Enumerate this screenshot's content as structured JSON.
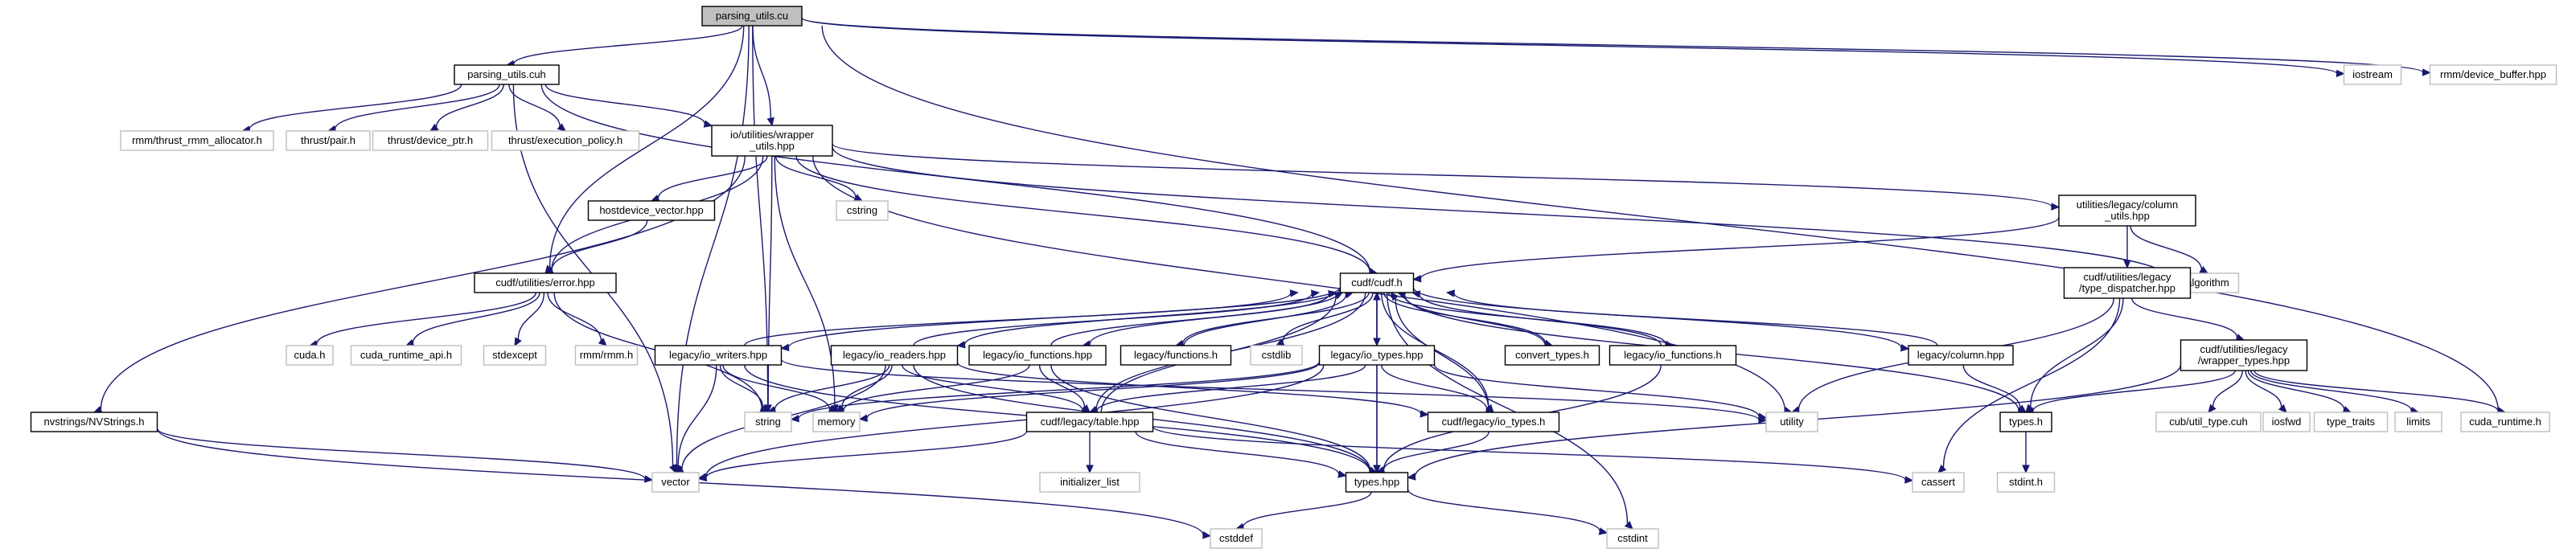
{
  "nodes": [
    {
      "id": "parsing_utils_cu",
      "lines": [
        "parsing_utils.cu"
      ],
      "kind": "root"
    },
    {
      "id": "parsing_utils_cuh",
      "lines": [
        "parsing_utils.cuh"
      ],
      "kind": "file"
    },
    {
      "id": "iostream",
      "lines": [
        "iostream"
      ],
      "kind": "external"
    },
    {
      "id": "rmm_device_buffer",
      "lines": [
        "rmm/device_buffer.hpp"
      ],
      "kind": "external"
    },
    {
      "id": "rmm_thrust_alloc",
      "lines": [
        "rmm/thrust_rmm_allocator.h"
      ],
      "kind": "external"
    },
    {
      "id": "thrust_pair",
      "lines": [
        "thrust/pair.h"
      ],
      "kind": "external"
    },
    {
      "id": "thrust_device_ptr",
      "lines": [
        "thrust/device_ptr.h"
      ],
      "kind": "external"
    },
    {
      "id": "thrust_exec_policy",
      "lines": [
        "thrust/execution_policy.h"
      ],
      "kind": "external"
    },
    {
      "id": "io_wrapper_utils",
      "lines": [
        "io/utilities/wrapper",
        "_utils.hpp"
      ],
      "kind": "file"
    },
    {
      "id": "cstring",
      "lines": [
        "cstring"
      ],
      "kind": "external"
    },
    {
      "id": "hostdevice_vector",
      "lines": [
        "hostdevice_vector.hpp"
      ],
      "kind": "file"
    },
    {
      "id": "utilities_legacy_column_utils",
      "lines": [
        "utilities/legacy/column",
        "_utils.hpp"
      ],
      "kind": "file"
    },
    {
      "id": "algorithm",
      "lines": [
        "algorithm"
      ],
      "kind": "external"
    },
    {
      "id": "cudf_utilities_error",
      "lines": [
        "cudf/utilities/error.hpp"
      ],
      "kind": "file"
    },
    {
      "id": "cudf_h",
      "lines": [
        "cudf/cudf.h"
      ],
      "kind": "file"
    },
    {
      "id": "type_dispatcher",
      "lines": [
        "cudf/utilities/legacy",
        "/type_dispatcher.hpp"
      ],
      "kind": "file"
    },
    {
      "id": "wrapper_types",
      "lines": [
        "cudf/utilities/legacy",
        "/wrapper_types.hpp"
      ],
      "kind": "file"
    },
    {
      "id": "cuda_h",
      "lines": [
        "cuda.h"
      ],
      "kind": "external"
    },
    {
      "id": "cuda_runtime_api",
      "lines": [
        "cuda_runtime_api.h"
      ],
      "kind": "external"
    },
    {
      "id": "stdexcept",
      "lines": [
        "stdexcept"
      ],
      "kind": "external"
    },
    {
      "id": "rmm_h",
      "lines": [
        "rmm/rmm.h"
      ],
      "kind": "external"
    },
    {
      "id": "legacy_io_writers",
      "lines": [
        "legacy/io_writers.hpp"
      ],
      "kind": "file"
    },
    {
      "id": "legacy_io_readers",
      "lines": [
        "legacy/io_readers.hpp"
      ],
      "kind": "file"
    },
    {
      "id": "legacy_io_functions_hpp",
      "lines": [
        "legacy/io_functions.hpp"
      ],
      "kind": "file"
    },
    {
      "id": "legacy_functions_h",
      "lines": [
        "legacy/functions.h"
      ],
      "kind": "file"
    },
    {
      "id": "cstdlib",
      "lines": [
        "cstdlib"
      ],
      "kind": "external"
    },
    {
      "id": "legacy_io_types_hpp",
      "lines": [
        "legacy/io_types.hpp"
      ],
      "kind": "file"
    },
    {
      "id": "convert_types_h",
      "lines": [
        "convert_types.h"
      ],
      "kind": "file"
    },
    {
      "id": "legacy_io_functions_h",
      "lines": [
        "legacy/io_functions.h"
      ],
      "kind": "file"
    },
    {
      "id": "legacy_column",
      "lines": [
        "legacy/column.hpp"
      ],
      "kind": "file"
    },
    {
      "id": "types_h",
      "lines": [
        "types.h"
      ],
      "kind": "file"
    },
    {
      "id": "stdint_h",
      "lines": [
        "stdint.h"
      ],
      "kind": "external"
    },
    {
      "id": "cub_util_type",
      "lines": [
        "cub/util_type.cuh"
      ],
      "kind": "external"
    },
    {
      "id": "iosfwd",
      "lines": [
        "iosfwd"
      ],
      "kind": "external"
    },
    {
      "id": "type_traits",
      "lines": [
        "type_traits"
      ],
      "kind": "external"
    },
    {
      "id": "limits",
      "lines": [
        "limits"
      ],
      "kind": "external"
    },
    {
      "id": "cuda_runtime_h",
      "lines": [
        "cuda_runtime.h"
      ],
      "kind": "external"
    },
    {
      "id": "nvstrings",
      "lines": [
        "nvstrings/NVStrings.h"
      ],
      "kind": "file"
    },
    {
      "id": "string",
      "lines": [
        "string"
      ],
      "kind": "external"
    },
    {
      "id": "memory",
      "lines": [
        "memory"
      ],
      "kind": "external"
    },
    {
      "id": "cudf_legacy_table",
      "lines": [
        "cudf/legacy/table.hpp"
      ],
      "kind": "file"
    },
    {
      "id": "cudf_legacy_io_types_h",
      "lines": [
        "cudf/legacy/io_types.h"
      ],
      "kind": "file"
    },
    {
      "id": "utility",
      "lines": [
        "utility"
      ],
      "kind": "external"
    },
    {
      "id": "cassert",
      "lines": [
        "cassert"
      ],
      "kind": "external"
    },
    {
      "id": "initializer_list",
      "lines": [
        "initializer_list"
      ],
      "kind": "external"
    },
    {
      "id": "vector",
      "lines": [
        "vector"
      ],
      "kind": "external"
    },
    {
      "id": "types_hpp",
      "lines": [
        "types.hpp"
      ],
      "kind": "file"
    },
    {
      "id": "cstddef",
      "lines": [
        "cstddef"
      ],
      "kind": "external"
    },
    {
      "id": "cstdint",
      "lines": [
        "cstdint"
      ],
      "kind": "external"
    }
  ],
  "edges": [
    [
      "parsing_utils_cu",
      "parsing_utils_cuh"
    ],
    [
      "parsing_utils_cu",
      "iostream"
    ],
    [
      "parsing_utils_cu",
      "rmm_device_buffer"
    ],
    [
      "parsing_utils_cu",
      "io_wrapper_utils"
    ],
    [
      "parsing_utils_cu",
      "cudf_utilities_error"
    ],
    [
      "parsing_utils_cu",
      "cuda_runtime_h"
    ],
    [
      "parsing_utils_cu",
      "string"
    ],
    [
      "parsing_utils_cu",
      "vector"
    ],
    [
      "parsing_utils_cuh",
      "rmm_thrust_alloc"
    ],
    [
      "parsing_utils_cuh",
      "thrust_pair"
    ],
    [
      "parsing_utils_cuh",
      "thrust_device_ptr"
    ],
    [
      "parsing_utils_cuh",
      "thrust_exec_policy"
    ],
    [
      "parsing_utils_cuh",
      "io_wrapper_utils"
    ],
    [
      "parsing_utils_cuh",
      "cudf_h"
    ],
    [
      "parsing_utils_cuh",
      "vector"
    ],
    [
      "io_wrapper_utils",
      "cstring"
    ],
    [
      "io_wrapper_utils",
      "hostdevice_vector"
    ],
    [
      "io_wrapper_utils",
      "utilities_legacy_column_utils"
    ],
    [
      "io_wrapper_utils",
      "algorithm"
    ],
    [
      "io_wrapper_utils",
      "cudf_utilities_error"
    ],
    [
      "io_wrapper_utils",
      "cudf_h"
    ],
    [
      "io_wrapper_utils",
      "nvstrings"
    ],
    [
      "io_wrapper_utils",
      "string"
    ],
    [
      "io_wrapper_utils",
      "memory"
    ],
    [
      "io_wrapper_utils",
      "utility"
    ],
    [
      "hostdevice_vector",
      "cudf_utilities_error"
    ],
    [
      "utilities_legacy_column_utils",
      "cudf_h"
    ],
    [
      "utilities_legacy_column_utils",
      "type_dispatcher"
    ],
    [
      "utilities_legacy_column_utils",
      "algorithm"
    ],
    [
      "type_dispatcher",
      "wrapper_types"
    ],
    [
      "type_dispatcher",
      "types_h"
    ],
    [
      "type_dispatcher",
      "utility"
    ],
    [
      "type_dispatcher",
      "cassert"
    ],
    [
      "wrapper_types",
      "types_h"
    ],
    [
      "wrapper_types",
      "cub_util_type"
    ],
    [
      "wrapper_types",
      "iosfwd"
    ],
    [
      "wrapper_types",
      "type_traits"
    ],
    [
      "wrapper_types",
      "limits"
    ],
    [
      "wrapper_types",
      "cuda_runtime_h"
    ],
    [
      "wrapper_types",
      "types_hpp"
    ],
    [
      "cudf_utilities_error",
      "cuda_h"
    ],
    [
      "cudf_utilities_error",
      "cuda_runtime_api"
    ],
    [
      "cudf_utilities_error",
      "stdexcept"
    ],
    [
      "cudf_utilities_error",
      "rmm_h"
    ],
    [
      "cudf_utilities_error",
      "string"
    ],
    [
      "cudf_h",
      "legacy_io_writers"
    ],
    [
      "cudf_h",
      "legacy_io_readers"
    ],
    [
      "cudf_h",
      "legacy_io_functions_hpp"
    ],
    [
      "cudf_h",
      "legacy_functions_h"
    ],
    [
      "cudf_h",
      "cstdlib"
    ],
    [
      "cudf_h",
      "legacy_io_types_hpp"
    ],
    [
      "cudf_h",
      "convert_types_h"
    ],
    [
      "cudf_h",
      "legacy_io_functions_h"
    ],
    [
      "cudf_h",
      "legacy_column"
    ],
    [
      "cudf_h",
      "types_h"
    ],
    [
      "cudf_h",
      "cudf_legacy_table"
    ],
    [
      "cudf_h",
      "cudf_legacy_io_types_h"
    ],
    [
      "cudf_h",
      "types_hpp"
    ],
    [
      "cudf_h",
      "cstdint"
    ],
    [
      "legacy_io_writers",
      "cudf_h"
    ],
    [
      "legacy_io_writers",
      "string"
    ],
    [
      "legacy_io_writers",
      "memory"
    ],
    [
      "legacy_io_writers",
      "vector"
    ],
    [
      "legacy_io_writers",
      "types_hpp"
    ],
    [
      "legacy_io_writers",
      "utility"
    ],
    [
      "legacy_io_readers",
      "cudf_h"
    ],
    [
      "legacy_io_readers",
      "string"
    ],
    [
      "legacy_io_readers",
      "memory"
    ],
    [
      "legacy_io_readers",
      "vector"
    ],
    [
      "legacy_io_readers",
      "cudf_legacy_table"
    ],
    [
      "legacy_io_readers",
      "types_hpp"
    ],
    [
      "legacy_io_readers",
      "cudf_legacy_io_types_h"
    ],
    [
      "legacy_io_functions_hpp",
      "cudf_h"
    ],
    [
      "legacy_io_functions_hpp",
      "memory"
    ],
    [
      "legacy_io_functions_hpp",
      "cudf_legacy_table"
    ],
    [
      "legacy_io_functions_hpp",
      "types_hpp"
    ],
    [
      "legacy_functions_h",
      "cudf_h"
    ],
    [
      "legacy_io_types_hpp",
      "cudf_h"
    ],
    [
      "legacy_io_types_hpp",
      "string"
    ],
    [
      "legacy_io_types_hpp",
      "memory"
    ],
    [
      "legacy_io_types_hpp",
      "vector"
    ],
    [
      "legacy_io_types_hpp",
      "utility"
    ],
    [
      "legacy_io_types_hpp",
      "cudf_legacy_table"
    ],
    [
      "legacy_io_types_hpp",
      "cudf_legacy_io_types_h"
    ],
    [
      "legacy_io_types_hpp",
      "types_hpp"
    ],
    [
      "convert_types_h",
      "cudf_h"
    ],
    [
      "legacy_io_functions_h",
      "cudf_h"
    ],
    [
      "legacy_io_functions_h",
      "types_hpp"
    ],
    [
      "legacy_column",
      "cudf_h"
    ],
    [
      "legacy_column",
      "types_h"
    ],
    [
      "types_h",
      "stdint_h"
    ],
    [
      "cudf_legacy_table",
      "cudf_h"
    ],
    [
      "cudf_legacy_table",
      "vector"
    ],
    [
      "cudf_legacy_table",
      "initializer_list"
    ],
    [
      "cudf_legacy_table",
      "types_hpp"
    ],
    [
      "cudf_legacy_table",
      "cassert"
    ],
    [
      "cudf_legacy_io_types_h",
      "cudf_h"
    ],
    [
      "cudf_legacy_io_types_h",
      "types_hpp"
    ],
    [
      "types_hpp",
      "cstddef"
    ],
    [
      "types_hpp",
      "cstdint"
    ],
    [
      "nvstrings",
      "vector"
    ],
    [
      "nvstrings",
      "cstddef"
    ]
  ]
}
